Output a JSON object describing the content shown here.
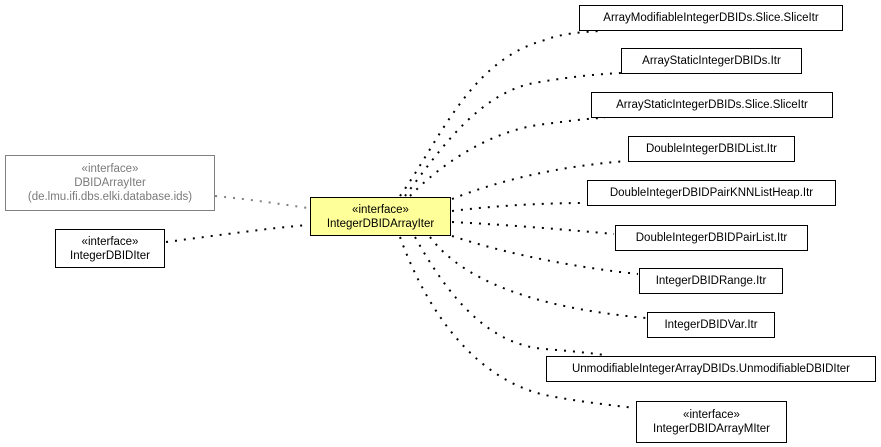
{
  "diagram": {
    "type": "UML class hierarchy",
    "focus": {
      "stereotype": "«interface»",
      "name": "IntegerDBIDArrayIter",
      "fill_color": "#ffff99"
    },
    "parents": [
      {
        "stereotype": "«interface»",
        "name": "DBIDArrayIter",
        "package": "(de.lmu.ifi.dbs.elki.database.ids)",
        "external": true,
        "color": "#808080"
      },
      {
        "stereotype": "«interface»",
        "name": "IntegerDBIDIter",
        "external": false
      }
    ],
    "children": [
      {
        "name": "ArrayModifiableIntegerDBIDs.Slice.SliceItr"
      },
      {
        "name": "ArrayStaticIntegerDBIDs.Itr"
      },
      {
        "name": "ArrayStaticIntegerDBIDs.Slice.SliceItr"
      },
      {
        "name": "DoubleIntegerDBIDList.Itr"
      },
      {
        "name": "DoubleIntegerDBIDPairKNNListHeap.Itr"
      },
      {
        "name": "DoubleIntegerDBIDPairList.Itr"
      },
      {
        "name": "IntegerDBIDRange.Itr"
      },
      {
        "name": "IntegerDBIDVar.Itr"
      },
      {
        "name": "UnmodifiableIntegerArrayDBIDs.UnmodifiableDBIDIter"
      },
      {
        "stereotype": "«interface»",
        "name": "IntegerDBIDArrayMIter"
      }
    ],
    "edge_style": "dotted"
  }
}
